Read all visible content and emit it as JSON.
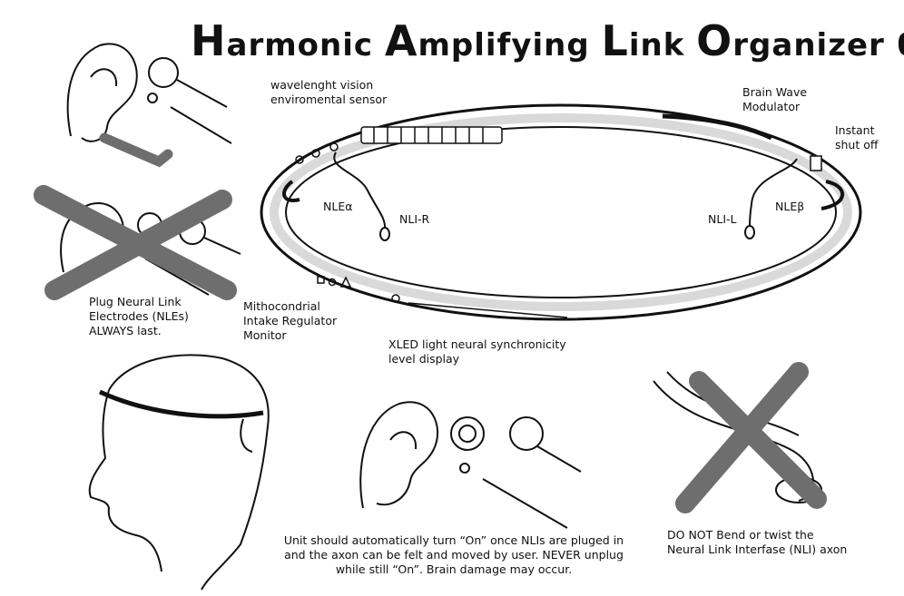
{
  "title": {
    "letters": [
      "H",
      "A",
      "L",
      "O"
    ],
    "rests": [
      "armonic ",
      "mplifying ",
      "ink ",
      "rganizer "
    ],
    "suffix": "α"
  },
  "labels": {
    "sensor": [
      "wavelenght vision",
      "enviromental sensor"
    ],
    "modulator": [
      "Brain Wave",
      "Modulator"
    ],
    "shutoff": [
      "Instant",
      "shut off"
    ],
    "nle_alpha": "NLEα",
    "nli_r": "NLI-R",
    "nli_l": "NLI-L",
    "nle_beta": "NLEβ",
    "plug_note": [
      "Plug Neural Link",
      "Electrodes (NLEs)",
      "ALWAYS last."
    ],
    "intake": [
      "Mithocondrial",
      "Intake Regulator",
      "Monitor"
    ],
    "xled": [
      "XLED light neural synchronicity",
      "level display"
    ],
    "auto_on": [
      "Unit should automatically turn “On” once NLIs are pluged in",
      "and the axon can be felt and moved by user. NEVER unplug",
      "while still “On”. Brain damage may occur."
    ],
    "no_bend": [
      "DO NOT Bend or twist the",
      "Neural Link Interfase (NLI) axon"
    ]
  },
  "colors": {
    "ink": "#111111",
    "cross": "#6e6e6e",
    "band": "#d9d9d9"
  }
}
